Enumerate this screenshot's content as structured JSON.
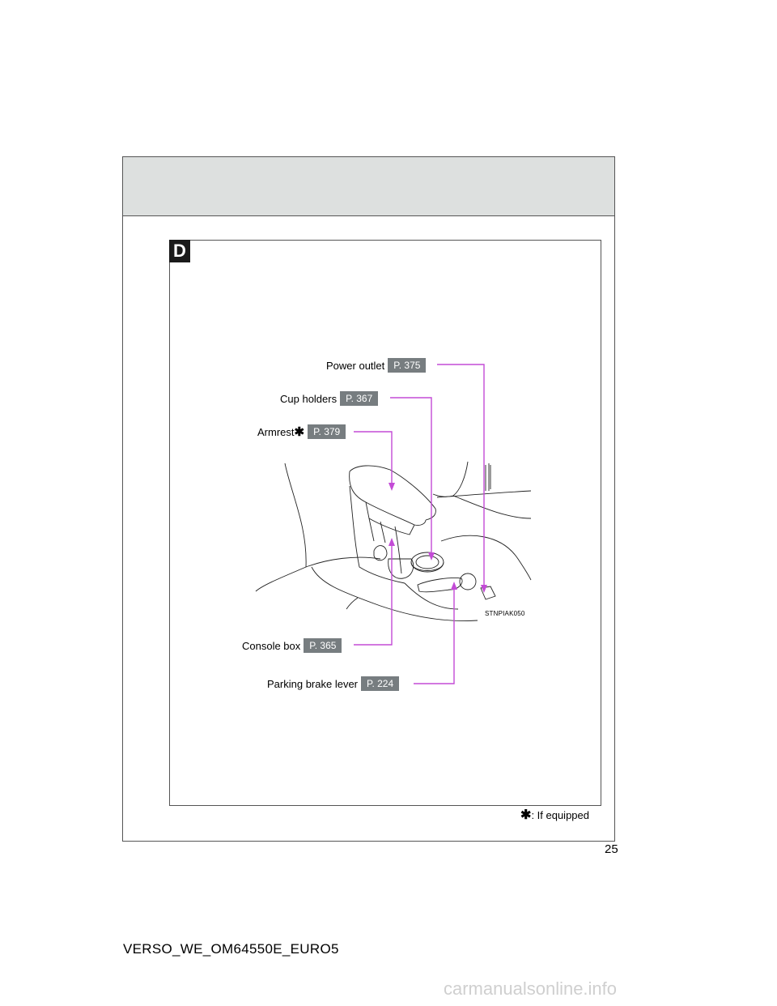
{
  "section_tag": "D",
  "callouts": {
    "power_outlet": {
      "label": "Power outlet",
      "page_ref": "P. 375"
    },
    "cup_holders": {
      "label": "Cup holders",
      "page_ref": "P. 367"
    },
    "armrest": {
      "label": "Armrest",
      "marker": "✱",
      "page_ref": "P. 379"
    },
    "console_box": {
      "label": "Console box",
      "page_ref": "P. 365"
    },
    "parking_brake_lever": {
      "label": "Parking brake lever",
      "page_ref": "P. 224"
    }
  },
  "image_code": "STNPIAK050",
  "footnote": {
    "marker": "✱",
    "text": ": If equipped"
  },
  "page_number": "25",
  "document_code": "VERSO_WE_OM64550E_EURO5",
  "watermark": "carmanualsonline.info",
  "colors": {
    "leader_line": "#c34bd6",
    "ref_badge": "#777d80",
    "header_band": "#dde0df"
  }
}
